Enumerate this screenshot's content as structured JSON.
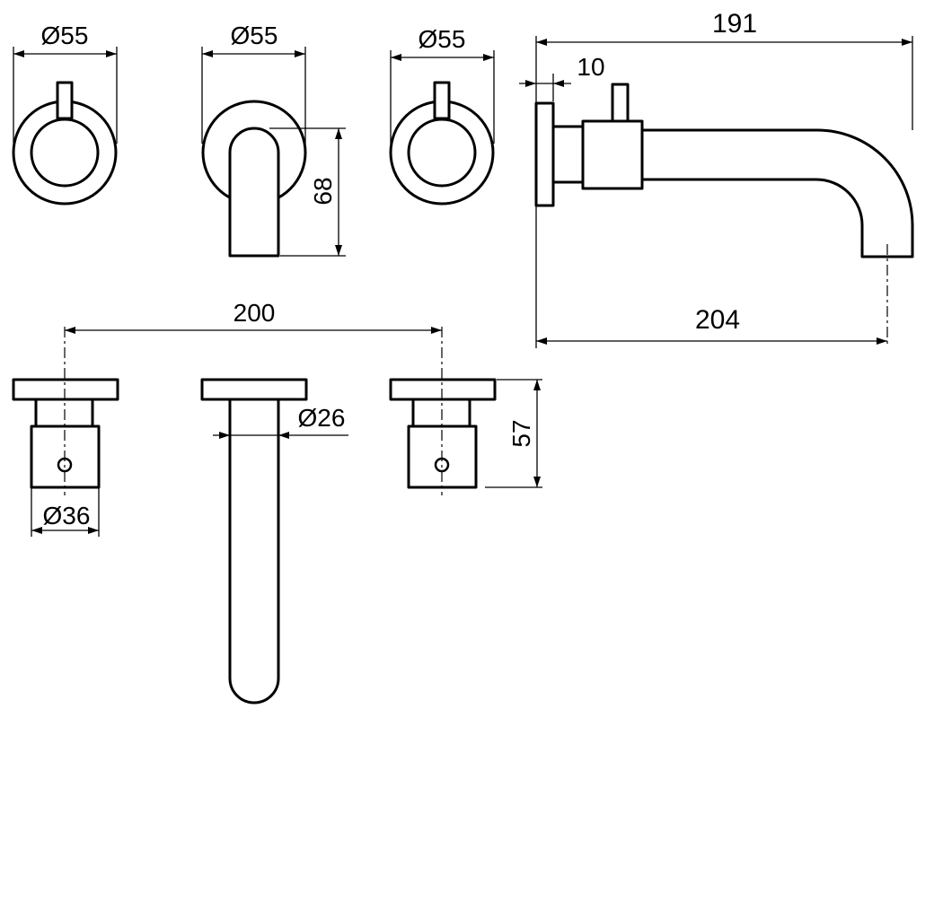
{
  "dimensions": {
    "top_left_diameter": "Ø55",
    "top_middle_diameter": "Ø55",
    "top_right_diameter": "Ø55",
    "spout_height": "68",
    "side_overall_length": "191",
    "side_plate_thickness": "10",
    "side_outlet_length": "204",
    "bottom_centers": "200",
    "spout_diameter": "Ø26",
    "valve_depth": "57",
    "valve_body_diameter": "Ø36"
  }
}
